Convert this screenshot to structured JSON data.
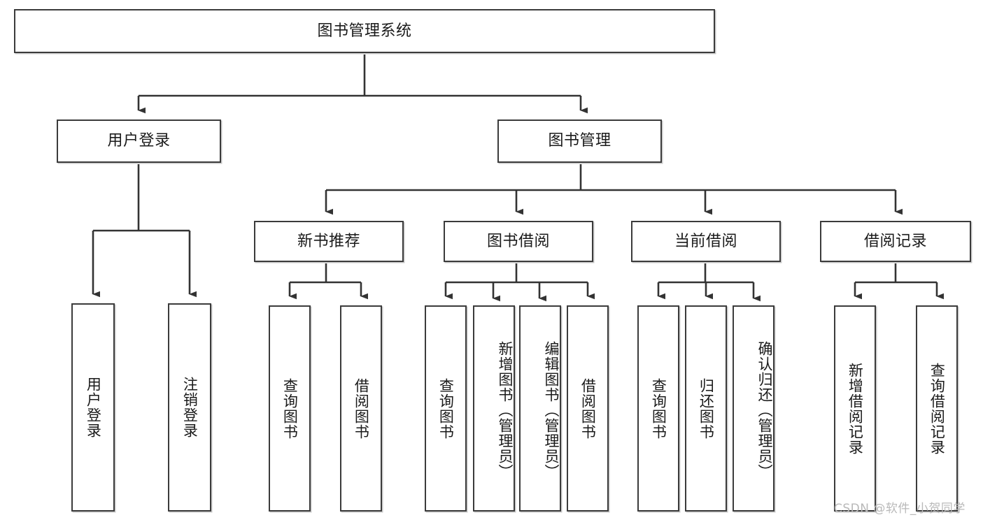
{
  "diagram": {
    "type": "hierarchy-tree",
    "title": "图书管理系统",
    "orientation": "top-down",
    "colors": {
      "box_border": "#3b3b3b",
      "box_fill": "#ffffff",
      "edge": "#333333",
      "text": "#1a1a1a",
      "watermark": "#b9b9b9"
    },
    "root": {
      "label": "图书管理系统"
    },
    "level2": [
      {
        "label": "用户登录"
      },
      {
        "label": "图书管理"
      }
    ],
    "level3": [
      {
        "label": "新书推荐"
      },
      {
        "label": "图书借阅"
      },
      {
        "label": "当前借阅"
      },
      {
        "label": "借阅记录"
      }
    ],
    "leaves": {
      "user_login": [
        {
          "label": "用户登录"
        },
        {
          "label": "注销登录"
        }
      ],
      "new_book_rec": [
        {
          "label": "查询图书"
        },
        {
          "label": "借阅图书"
        }
      ],
      "book_borrow": [
        {
          "label": "查询图书"
        },
        {
          "label": "新增图书（管理员）"
        },
        {
          "label": "编辑图书（管理员）"
        },
        {
          "label": "借阅图书"
        }
      ],
      "current_borrow": [
        {
          "label": "查询图书"
        },
        {
          "label": "归还图书"
        },
        {
          "label": "确认归还（管理员）"
        }
      ],
      "borrow_record": [
        {
          "label": "新增借阅记录"
        },
        {
          "label": "查询借阅记录"
        }
      ]
    },
    "watermark": "CSDN @软件_小贺同学"
  }
}
